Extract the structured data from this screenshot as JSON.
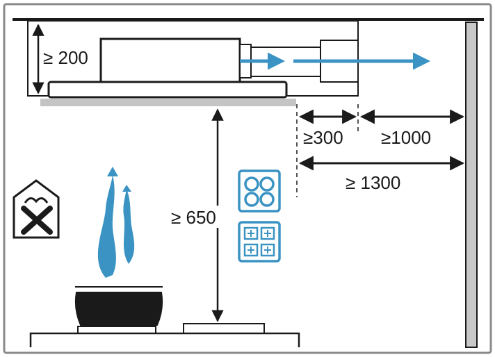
{
  "labels": {
    "height_min": "≥ 200",
    "clearance_min": "≥ 650",
    "duct_first": "≥300",
    "duct_second": "≥1000",
    "duct_total": "≥ 1300"
  },
  "icons": {
    "hob_ring": "induction-hob-icon",
    "hob_square": "electric-hob-icon",
    "ventilation": "no-ventilation-house-icon"
  },
  "colors": {
    "accent": "#3a93c3",
    "wall": "#c8c8c8",
    "outline": "#1a1a1a",
    "pot": "#1a1a1a",
    "hood_underside": "#c4c4c4"
  }
}
